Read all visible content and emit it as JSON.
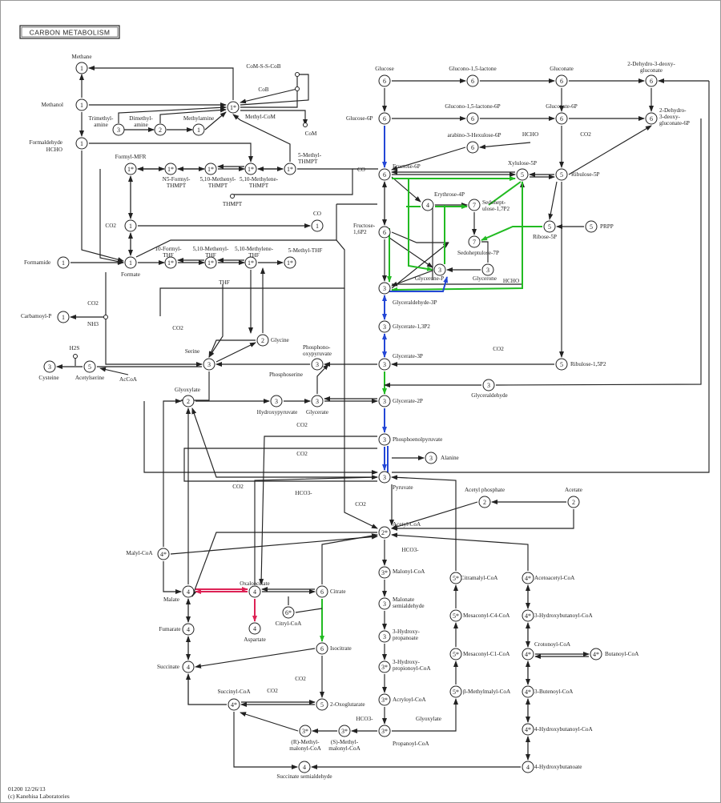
{
  "title": "CARBON METABOLISM",
  "footer": [
    "01200 12/26/13",
    "(c) Kanehisa Laboratories"
  ],
  "colors": {
    "blue": "#2447d6",
    "green": "#22bb22",
    "red": "#dd2255",
    "line": "#222222"
  },
  "nodes": [
    {
      "id": "n_methane",
      "label": "1"
    },
    {
      "id": "n_methanol",
      "label": "1"
    },
    {
      "id": "n_formald",
      "label": "1"
    },
    {
      "id": "n_trimeth",
      "label": "3"
    },
    {
      "id": "n_dimeth",
      "label": "2"
    },
    {
      "id": "n_methylamine",
      "label": "1"
    },
    {
      "id": "n_com",
      "label": "1*"
    },
    {
      "id": "n_fmfr",
      "label": "1*"
    },
    {
      "id": "n_n5f",
      "label": "1*"
    },
    {
      "id": "n_510me",
      "label": "1*"
    },
    {
      "id": "n_510mle",
      "label": "1*"
    },
    {
      "id": "n_5mthmpt",
      "label": "1*"
    },
    {
      "id": "n_co2a",
      "label": "1"
    },
    {
      "id": "n_co",
      "label": "1"
    },
    {
      "id": "n_formamide",
      "label": "1"
    },
    {
      "id": "n_formate",
      "label": "1"
    },
    {
      "id": "n_10fthf",
      "label": "1*"
    },
    {
      "id": "n_510methf",
      "label": "1*"
    },
    {
      "id": "n_510mlthf",
      "label": "1*"
    },
    {
      "id": "n_5mthf",
      "label": "1*"
    },
    {
      "id": "n_carbp",
      "label": "1"
    },
    {
      "id": "n_cys",
      "label": "3"
    },
    {
      "id": "n_acser",
      "label": "5"
    },
    {
      "id": "n_glycine",
      "label": "2"
    },
    {
      "id": "n_serine",
      "label": "3"
    },
    {
      "id": "n_phser",
      "label": "3"
    },
    {
      "id": "n_glyox",
      "label": "2"
    },
    {
      "id": "n_hpyr",
      "label": "3"
    },
    {
      "id": "n_glycerate",
      "label": "3"
    },
    {
      "id": "n_glucose",
      "label": "6"
    },
    {
      "id": "n_glclac",
      "label": "6"
    },
    {
      "id": "n_gluconate",
      "label": "6"
    },
    {
      "id": "n_kdg",
      "label": "6"
    },
    {
      "id": "n_g6p",
      "label": "6"
    },
    {
      "id": "n_glclac6p",
      "label": "6"
    },
    {
      "id": "n_gluc6p",
      "label": "6"
    },
    {
      "id": "n_kdpg",
      "label": "6"
    },
    {
      "id": "n_ahex",
      "label": "6"
    },
    {
      "id": "n_f6p",
      "label": "6"
    },
    {
      "id": "n_x5p",
      "label": "5"
    },
    {
      "id": "n_ru5p",
      "label": "5"
    },
    {
      "id": "n_e4p",
      "label": "4"
    },
    {
      "id": "n_s17p",
      "label": "7"
    },
    {
      "id": "n_s7p",
      "label": "7"
    },
    {
      "id": "n_r5p",
      "label": "5"
    },
    {
      "id": "n_prpp",
      "label": "5"
    },
    {
      "id": "n_fbp",
      "label": "6"
    },
    {
      "id": "n_dhap",
      "label": "3"
    },
    {
      "id": "n_glycerone",
      "label": "3"
    },
    {
      "id": "n_gap",
      "label": "3"
    },
    {
      "id": "n_13bpg",
      "label": "3"
    },
    {
      "id": "n_3pg",
      "label": "3"
    },
    {
      "id": "n_rubp",
      "label": "5"
    },
    {
      "id": "n_glyald",
      "label": "3"
    },
    {
      "id": "n_2pg",
      "label": "3"
    },
    {
      "id": "n_pep",
      "label": "3"
    },
    {
      "id": "n_ala",
      "label": "3"
    },
    {
      "id": "n_pyr",
      "label": "3"
    },
    {
      "id": "n_acp",
      "label": "2"
    },
    {
      "id": "n_acetate",
      "label": "2"
    },
    {
      "id": "n_acoa",
      "label": "2*"
    },
    {
      "id": "n_malylcoa",
      "label": "4*"
    },
    {
      "id": "n_malonylcoa",
      "label": "3*"
    },
    {
      "id": "n_citmal",
      "label": "5*"
    },
    {
      "id": "n_acac",
      "label": "4*"
    },
    {
      "id": "n_malate",
      "label": "4"
    },
    {
      "id": "n_oaa",
      "label": "4"
    },
    {
      "id": "n_citrate",
      "label": "6"
    },
    {
      "id": "n_citrylcoa",
      "label": "6*"
    },
    {
      "id": "n_msa",
      "label": "3"
    },
    {
      "id": "n_mesc4",
      "label": "5*"
    },
    {
      "id": "n_3hbc",
      "label": "4*"
    },
    {
      "id": "n_asp",
      "label": "4"
    },
    {
      "id": "n_fumarate",
      "label": "4"
    },
    {
      "id": "n_3hp",
      "label": "3"
    },
    {
      "id": "n_crot",
      "label": "4*"
    },
    {
      "id": "n_butcoa",
      "label": "4*"
    },
    {
      "id": "n_isocit",
      "label": "6"
    },
    {
      "id": "n_mesc1",
      "label": "5*"
    },
    {
      "id": "n_succ",
      "label": "4"
    },
    {
      "id": "n_3hpc",
      "label": "3*"
    },
    {
      "id": "n_3butc",
      "label": "4*"
    },
    {
      "id": "n_acrc",
      "label": "3*"
    },
    {
      "id": "n_succoa",
      "label": "4*"
    },
    {
      "id": "n_og",
      "label": "5"
    },
    {
      "id": "n_bmm",
      "label": "5*"
    },
    {
      "id": "n_rmm",
      "label": "3*"
    },
    {
      "id": "n_smm",
      "label": "3*"
    },
    {
      "id": "n_propc",
      "label": "3*"
    },
    {
      "id": "n_4hbc",
      "label": "4*"
    },
    {
      "id": "n_ssa",
      "label": "4"
    },
    {
      "id": "n_4hb",
      "label": "4"
    }
  ],
  "compound_labels": [
    "Methane",
    "Methanol",
    "Formaldehyde",
    "HCHO",
    "Trimethyl-",
    "amine",
    "Dimethyl-",
    "amine",
    "Methylamine",
    "CoM-S-S-CoB",
    "CoB",
    "CoM",
    "Methyl-CoM",
    "5-Methyl-",
    "THMPT",
    "CO",
    "Formyl-MFR",
    "N5-Formyl-",
    "THMPT",
    "5,10-Methenyl-",
    "THMPT",
    "5,10-Methylene-",
    "THMPT",
    "THMPT",
    "CO2",
    "CO",
    "Formamide",
    "Formate",
    "10-Formyl-",
    "THF",
    "5,10-Methenyl-",
    "THF",
    "5,10-Methylene-",
    "THF",
    "5-Methyl-THF",
    "THF",
    "Carbamoyl-P",
    "CO2",
    "NH3",
    "CO2",
    "H2S",
    "Cysteine",
    "Acetylserine",
    "AcCoA",
    "Glycine",
    "Serine",
    "Phosphono-",
    "oxypyruvate",
    "Phosphoserine",
    "Glyoxylate",
    "Hydroxypyruvate",
    "Glycerate",
    "Glucose",
    "Glucono-1,5-lactone",
    "Gluconate",
    "2-Dehydro-3-deoxy-",
    "gluconate",
    "Glucose-6P",
    "Glucono-1,5-lactone-6P",
    "Gluconate-6P",
    "2-Dehydro-",
    "3-deoxy-",
    "gluconate-6P",
    "arabino-3-Hexulose-6P",
    "HCHO",
    "CO2",
    "Fructose-6P",
    "Xylulose-5P",
    "Ribulose-5P",
    "Erythrose-4P",
    "Sedohept-",
    "ulose-1,7P2",
    "Fructose-",
    "1,6P2",
    "PRPP",
    "Ribose-5P",
    "Sedoheptulose-7P",
    "Glycerone-P",
    "Glycerone",
    "HCHO",
    "Glyceraldehyde-3P",
    "Glycerate-1,3P2",
    "Glycerate-3P",
    "CO2",
    "Ribulose-1,5P2",
    "Glyceraldehyde",
    "Glycerate-2P",
    "CO2",
    "CO2",
    "Phosphoenolpyruvate",
    "Alanine",
    "CO2",
    "HCO3-",
    "Pyruvate",
    "Acetyl phosphate",
    "Acetate",
    "CO2",
    "Acetyl-CoA",
    "Malyl-CoA",
    "HCO3-",
    "Malonyl-CoA",
    "Citramalyl-CoA",
    "Acetoacetyl-CoA",
    "Malate",
    "Oxaloacetate",
    "Citrate",
    "Citryl-CoA",
    "Malonate",
    "semialdehyde",
    "Mesaconyl-C4-CoA",
    "3-Hydroxybutanoyl-CoA",
    "Aspartate",
    "Fumarate",
    "3-Hydroxy-",
    "propanoate",
    "Crotonoyl-CoA",
    "Butanoyl-CoA",
    "Isocitrate",
    "Mesaconyl-C1-CoA",
    "Succinate",
    "3-Hydroxy-",
    "propionoyl-CoA",
    "3-Butenoyl-CoA",
    "CO2",
    "Acryloyl-CoA",
    "β-Methylmalyl-CoA",
    "Succinyl-CoA",
    "CO2",
    "2-Oxoglutarate",
    "Glyoxylate",
    "HCO3-",
    "4-Hydroxybutanoyl-CoA",
    "(R)-Methyl-",
    "malonyl-CoA",
    "(S)-Methyl-",
    "malonyl-CoA",
    "Propanoyl-CoA",
    "Succinate semialdehyde",
    "4-Hydroxybutanoate"
  ]
}
